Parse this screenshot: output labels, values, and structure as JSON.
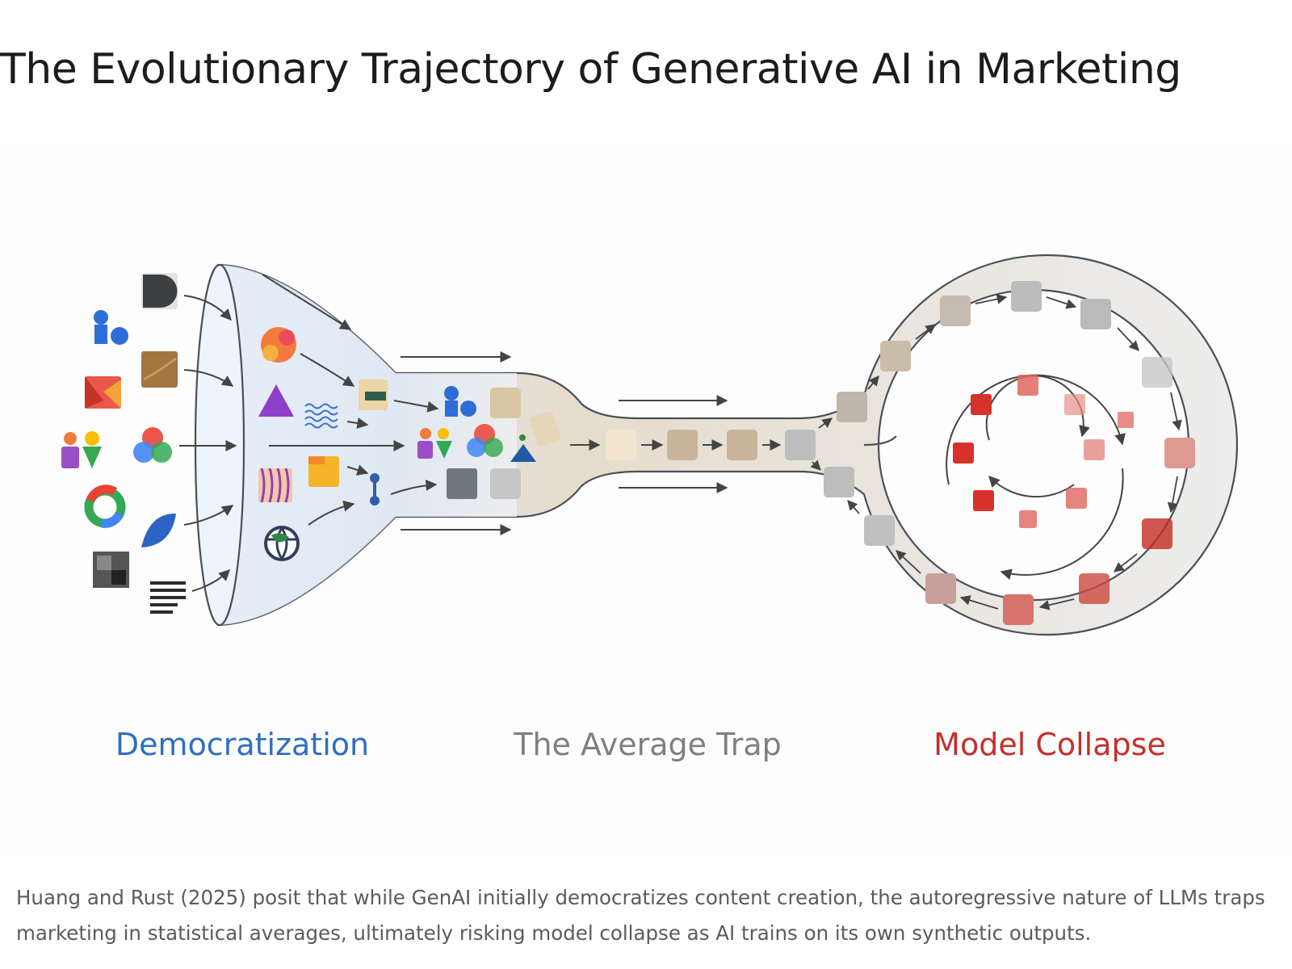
{
  "title": "The Evolutionary Trajectory of Generative AI in Marketing",
  "stages": {
    "democratization": "Democratization",
    "average_trap": "The Average Trap",
    "model_collapse": "Model Collapse"
  },
  "caption": "Huang and Rust (2025) posit that while GenAI initially democratizes content creation, the autoregressive nature of LLMs traps marketing in statistical averages, ultimately risking model collapse as AI trains on its own synthetic outputs.",
  "colors": {
    "democratization": "#2f6fc0",
    "average_trap": "#7f7f7f",
    "model_collapse": "#c4302b",
    "funnel_fill": "#e4eef9",
    "tube_fill": "#eeeeee",
    "outline": "#4a4f57"
  },
  "icons": [
    "document-icon",
    "people-icon",
    "texture-icon",
    "shapes-icon",
    "color-circles-icon",
    "group-icon",
    "ring-icon",
    "leaf-icon",
    "noise-icon",
    "text-lines-icon",
    "flower-icon",
    "triangle-icon",
    "wave-icon",
    "folder-icon",
    "pattern-icon",
    "globe-icon",
    "node-icon"
  ]
}
